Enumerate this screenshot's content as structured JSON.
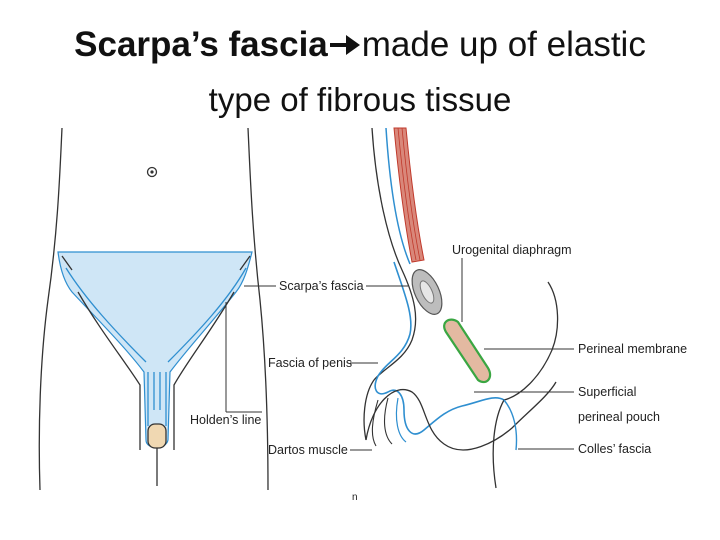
{
  "title": {
    "bold": "Scarpa’s fascia",
    "arrow_icon": "right-arrow-icon",
    "rest": "made up of elastic",
    "line2": "type of fibrous tissue"
  },
  "labels": {
    "scarpas_fascia": "Scarpa’s fascia",
    "fascia_of_penis": "Fascia of penis",
    "holdens_line": "Holden’s line",
    "dartos_muscle": "Dartos muscle",
    "urogenital_diaphragm": "Urogenital diaphragm",
    "perineal_membrane": "Perineal membrane",
    "superficial_perineal_pouch_1": "Superficial",
    "superficial_perineal_pouch_2": "perineal pouch",
    "colles_fascia": "Colles’ fascia",
    "corner_mark": "n"
  },
  "colors": {
    "fascia_fill": "#cfe6f6",
    "fascia_line": "#2f8fd0",
    "muscle": "#c0392b",
    "membrane_fill": "#e3b9a1",
    "membrane_line": "#3aa642",
    "outline": "#333333"
  }
}
